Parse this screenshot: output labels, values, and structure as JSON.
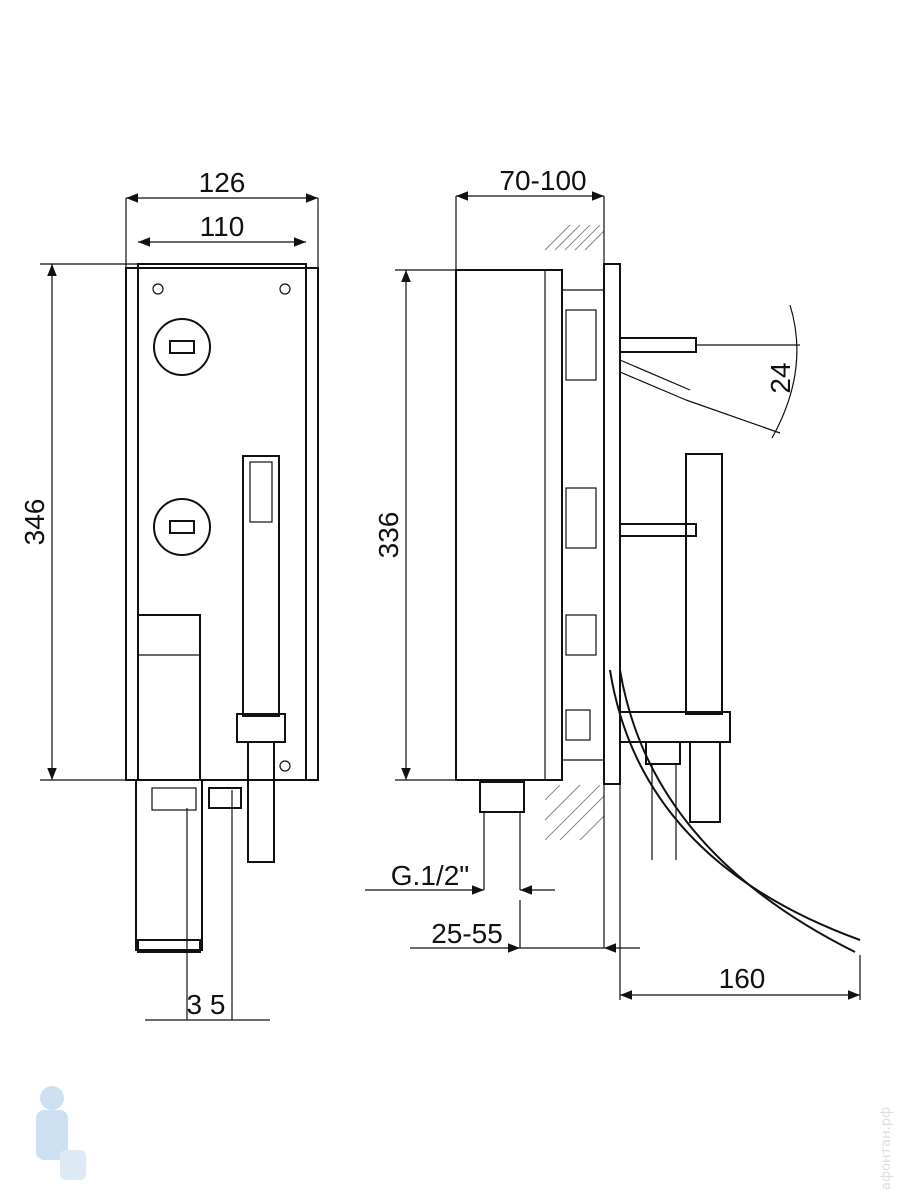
{
  "front_view": {
    "width_outer": "126",
    "width_plate": "110",
    "height": "346",
    "spout_offset": "3 5"
  },
  "side_view": {
    "depth": "70-100",
    "height": "336",
    "angle": "24",
    "thread": "G.1/2\"",
    "wall_range": "25-55",
    "hose_reach": "160"
  },
  "watermark": "афонтан.рф"
}
